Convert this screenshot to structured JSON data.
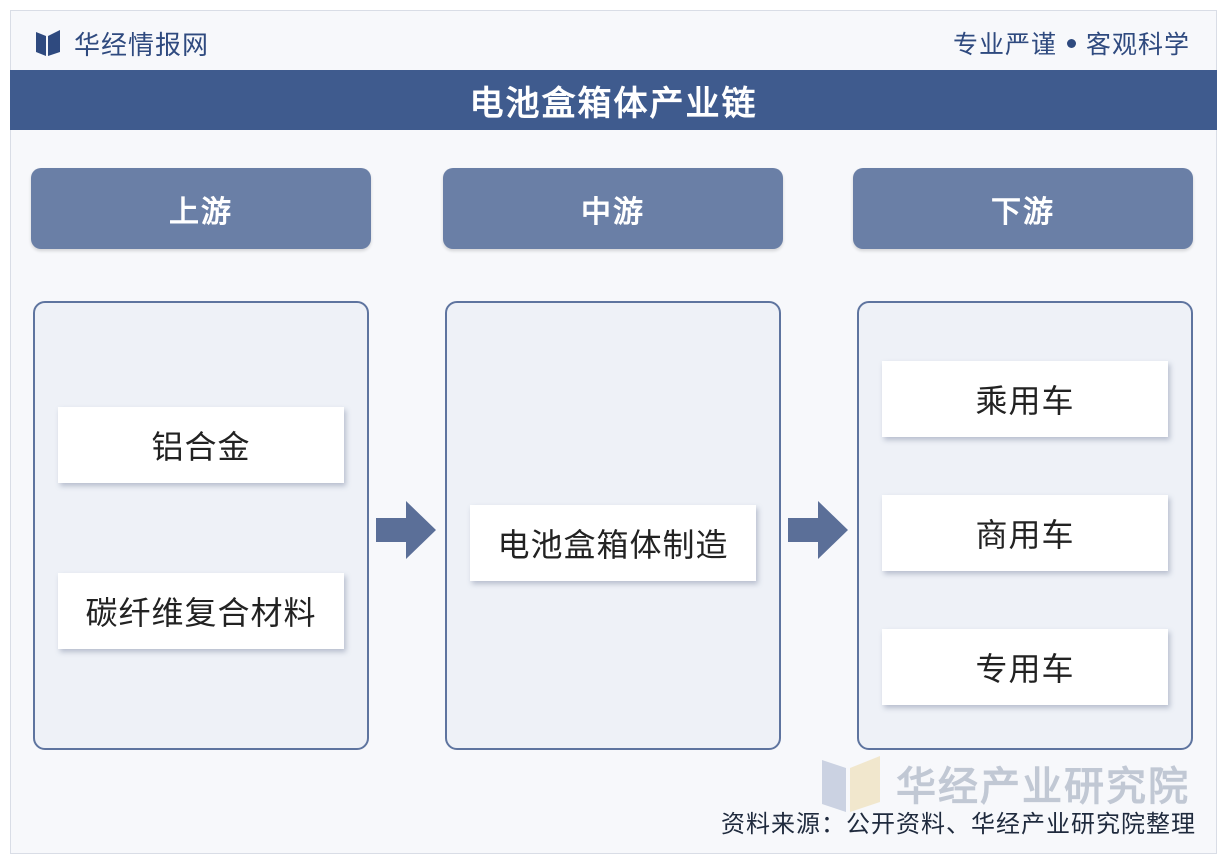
{
  "header": {
    "brand": "华经情报网",
    "slogan_left": "专业严谨",
    "slogan_right": "客观科学"
  },
  "title": "电池盒箱体产业链",
  "stages": [
    {
      "label": "上游",
      "items": [
        "铝合金",
        "碳纤维复合材料"
      ]
    },
    {
      "label": "中游",
      "items": [
        "电池盒箱体制造"
      ]
    },
    {
      "label": "下游",
      "items": [
        "乘用车",
        "商用车",
        "专用车"
      ]
    }
  ],
  "watermark": "华经产业研究院",
  "source": "资料来源：公开资料、华经产业研究院整理",
  "colors": {
    "title_bar": "#3f5b8e",
    "stage_header": "#6a7fa6",
    "panel_border": "#5e749f",
    "arrow": "#5b6f98"
  }
}
